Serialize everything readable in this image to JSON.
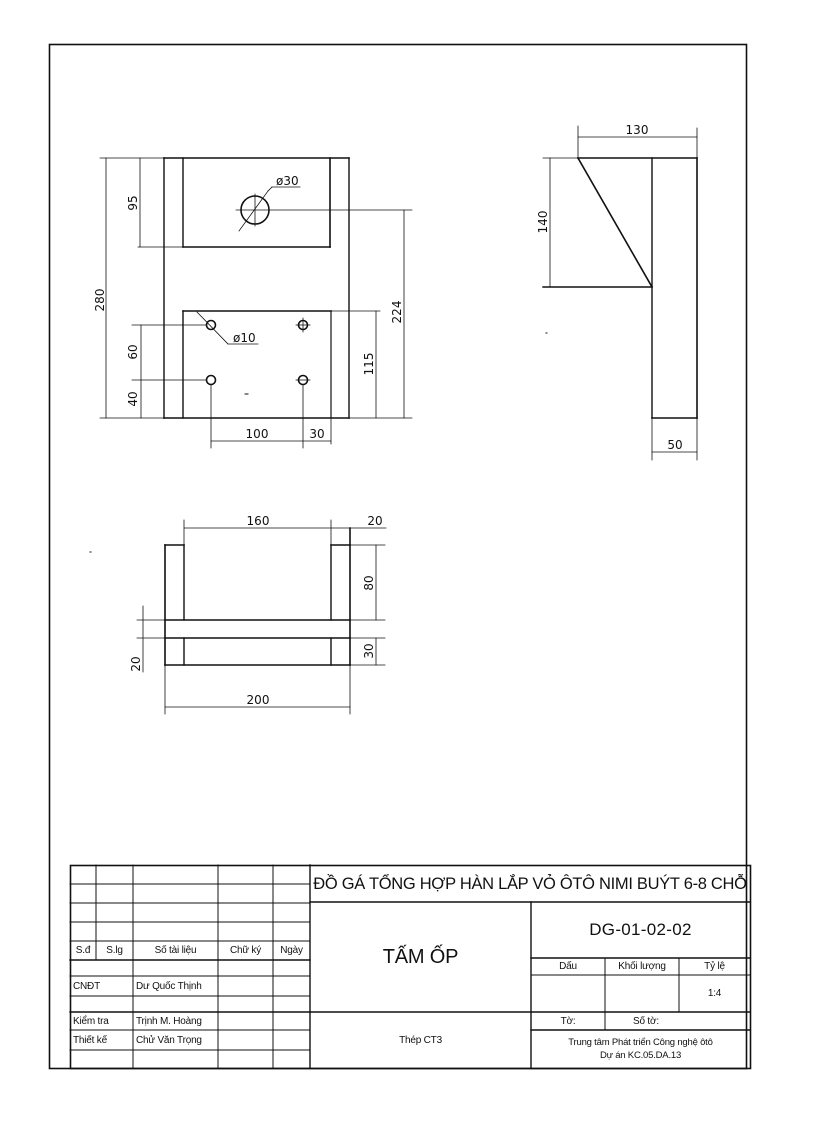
{
  "drawing": {
    "top_view": {
      "dimensions": {
        "overall_height": "280",
        "upper_plate_height": "95",
        "hole_large_dia": "ø30",
        "hole_small_dia": "ø10",
        "hole_spacing_vertical": "60",
        "hole_offset_bottom": "40",
        "hole_center_height": "224",
        "lower_plate_height": "115",
        "hole_spacing_horizontal": "100",
        "hole_offset_right": "30"
      }
    },
    "side_view": {
      "dimensions": {
        "width": "130",
        "gusset_height": "140",
        "thickness": "50"
      }
    },
    "front_view": {
      "dimensions": {
        "inner_width": "160",
        "post_width": "20",
        "post_height": "80",
        "plate_offset": "20",
        "base_height": "30",
        "overall_width": "200"
      }
    }
  },
  "title_block": {
    "project_title": "ĐỒ GÁ TỔNG HỢP HÀN LẮP VỎ ÔTÔ NIMI BUÝT 6-8 CHỖ",
    "part_name": "TẤM ỐP",
    "drawing_number": "DG-01-02-02",
    "material": "Thép CT3",
    "headers": {
      "sd": "S.đ",
      "slg": "S.lg",
      "document_no": "Số tài liệu",
      "signature": "Chữ ký",
      "date": "Ngày"
    },
    "roles": [
      {
        "role": "CNĐT",
        "name": "Dư Quốc Thịnh"
      },
      {
        "role": "Kiểm tra",
        "name": "Trịnh M. Hoàng"
      },
      {
        "role": "Thiết kế",
        "name": "Chử Văn Trọng"
      }
    ],
    "mark_label": "Dấu",
    "mass_label": "Khối lượng",
    "scale_label": "Tỷ lệ",
    "scale_value": "1:4",
    "sheet_label": "Tờ:",
    "sheets_label": "Số tờ:",
    "organization_line1": "Trung tâm Phát triển Công nghệ ôtô",
    "organization_line2": "Dự án KC.05.DA.13"
  }
}
